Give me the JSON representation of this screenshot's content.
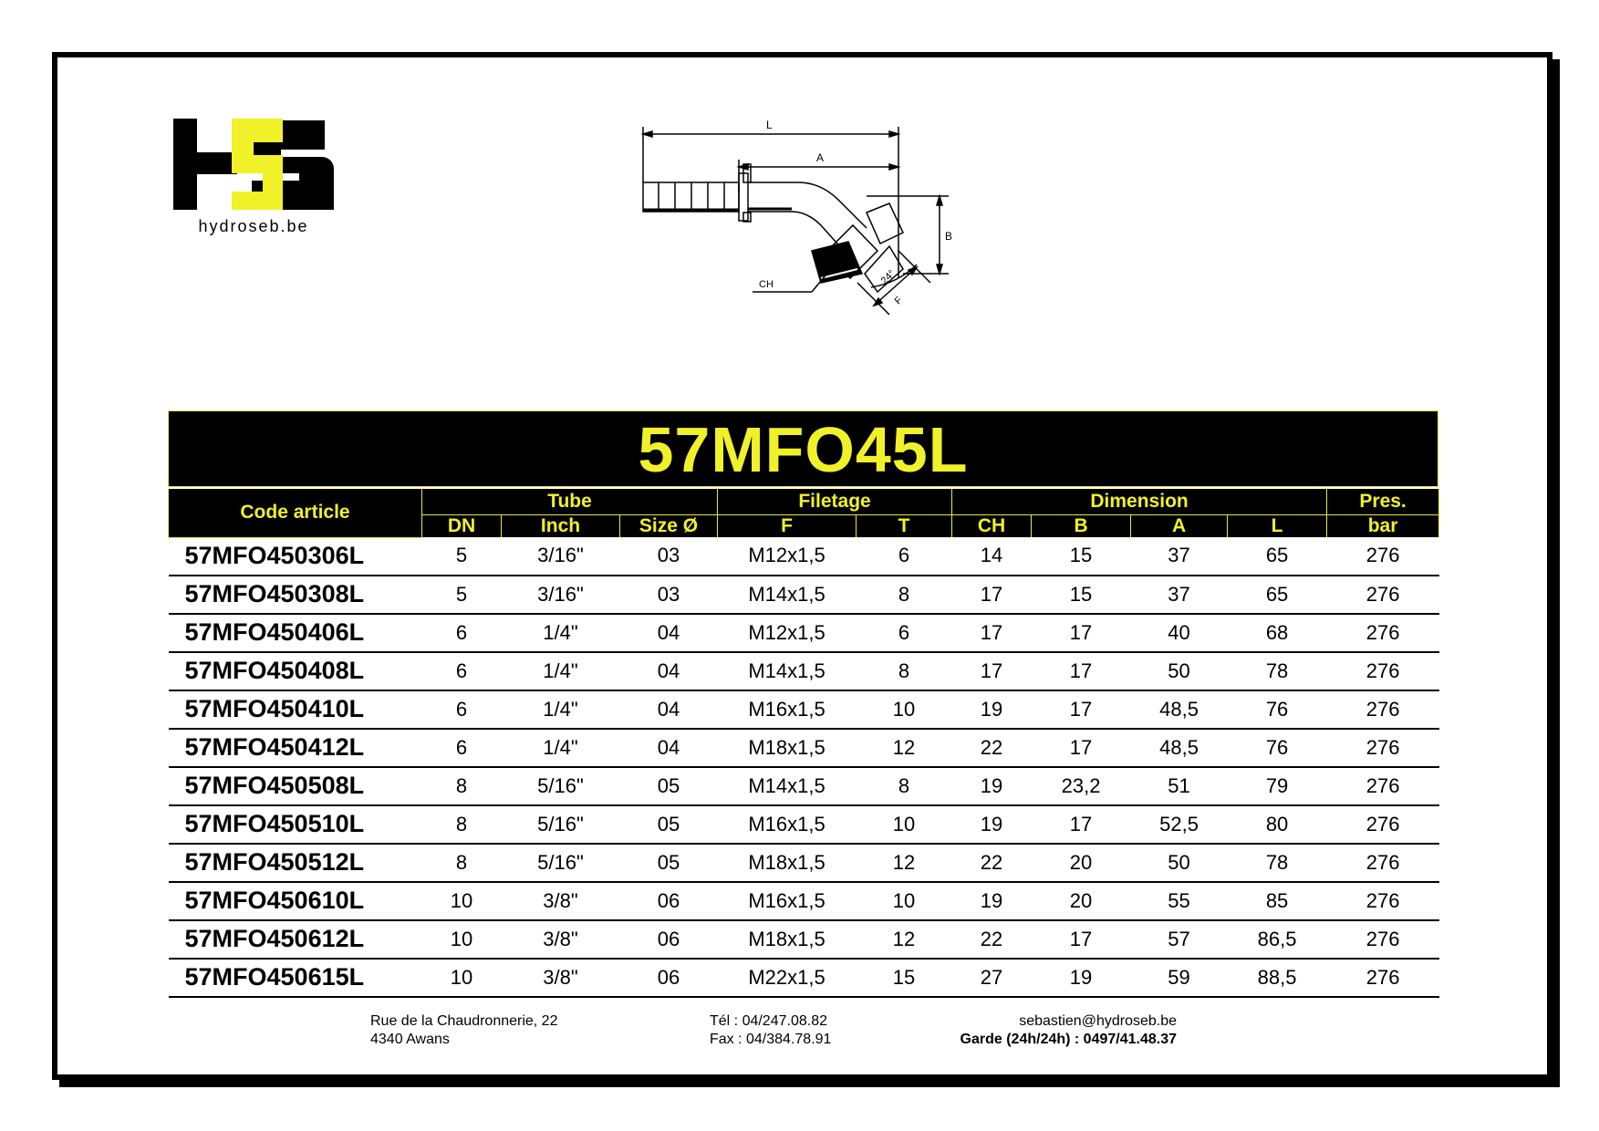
{
  "brand": {
    "caption": "hydroseb.be",
    "colors": {
      "black": "#000000",
      "yellow": "#f1f12a"
    }
  },
  "drawing": {
    "labels": {
      "L": "L",
      "A": "A",
      "B": "B",
      "CH": "CH",
      "angle": "24°",
      "F": "F"
    }
  },
  "title": "57MFO45L",
  "table": {
    "groups": {
      "code": "Code article",
      "tube": "Tube",
      "filetage": "Filetage",
      "dimension": "Dimension",
      "pres": "Pres."
    },
    "columns": [
      "DN",
      "Inch",
      "Size Ø",
      "F",
      "T",
      "CH",
      "B",
      "A",
      "L",
      "bar"
    ],
    "rows": [
      [
        "57MFO450306L",
        "5",
        "3/16\"",
        "03",
        "M12x1,5",
        "6",
        "14",
        "15",
        "37",
        "65",
        "276"
      ],
      [
        "57MFO450308L",
        "5",
        "3/16\"",
        "03",
        "M14x1,5",
        "8",
        "17",
        "15",
        "37",
        "65",
        "276"
      ],
      [
        "57MFO450406L",
        "6",
        "1/4\"",
        "04",
        "M12x1,5",
        "6",
        "17",
        "17",
        "40",
        "68",
        "276"
      ],
      [
        "57MFO450408L",
        "6",
        "1/4\"",
        "04",
        "M14x1,5",
        "8",
        "17",
        "17",
        "50",
        "78",
        "276"
      ],
      [
        "57MFO450410L",
        "6",
        "1/4\"",
        "04",
        "M16x1,5",
        "10",
        "19",
        "17",
        "48,5",
        "76",
        "276"
      ],
      [
        "57MFO450412L",
        "6",
        "1/4\"",
        "04",
        "M18x1,5",
        "12",
        "22",
        "17",
        "48,5",
        "76",
        "276"
      ],
      [
        "57MFO450508L",
        "8",
        "5/16\"",
        "05",
        "M14x1,5",
        "8",
        "19",
        "23,2",
        "51",
        "79",
        "276"
      ],
      [
        "57MFO450510L",
        "8",
        "5/16\"",
        "05",
        "M16x1,5",
        "10",
        "19",
        "17",
        "52,5",
        "80",
        "276"
      ],
      [
        "57MFO450512L",
        "8",
        "5/16\"",
        "05",
        "M18x1,5",
        "12",
        "22",
        "20",
        "50",
        "78",
        "276"
      ],
      [
        "57MFO450610L",
        "10",
        "3/8\"",
        "06",
        "M16x1,5",
        "10",
        "19",
        "20",
        "55",
        "85",
        "276"
      ],
      [
        "57MFO450612L",
        "10",
        "3/8\"",
        "06",
        "M18x1,5",
        "12",
        "22",
        "17",
        "57",
        "86,5",
        "276"
      ],
      [
        "57MFO450615L",
        "10",
        "3/8\"",
        "06",
        "M22x1,5",
        "15",
        "27",
        "19",
        "59",
        "88,5",
        "276"
      ]
    ]
  },
  "footer": {
    "address1": "Rue de la Chaudronnerie, 22",
    "address2": "4340 Awans",
    "tel": "Tél : 04/247.08.82",
    "fax": "Fax : 04/384.78.91",
    "email": "sebastien@hydroseb.be",
    "garde": "Garde (24h/24h) : 0497/41.48.37"
  }
}
